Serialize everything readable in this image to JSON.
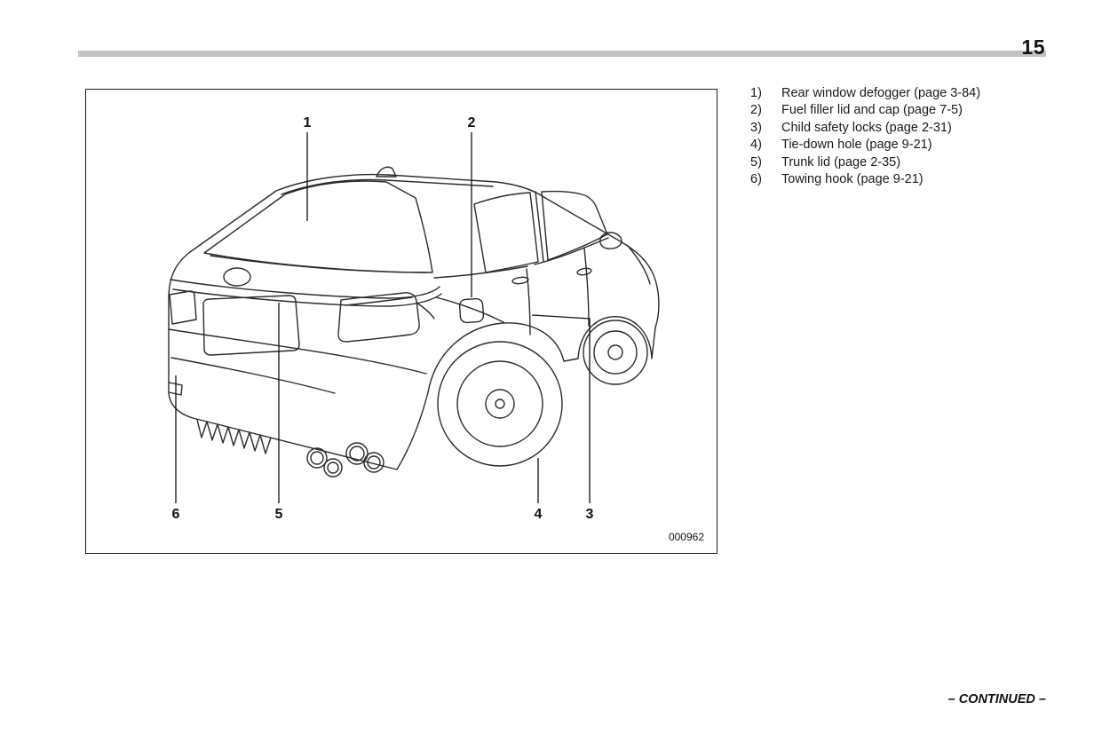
{
  "page": {
    "number": "15",
    "continued": "– CONTINUED –"
  },
  "figure": {
    "code": "000962",
    "callouts": [
      "1",
      "2",
      "3",
      "4",
      "5",
      "6"
    ]
  },
  "legend": {
    "items": [
      {
        "num": "1)",
        "text": "Rear window defogger (page 3-84)"
      },
      {
        "num": "2)",
        "text": "Fuel filler lid and cap (page 7-5)"
      },
      {
        "num": "3)",
        "text": "Child safety locks (page 2-31)"
      },
      {
        "num": "4)",
        "text": "Tie-down hole (page 9-21)"
      },
      {
        "num": "5)",
        "text": "Trunk lid (page 2-35)"
      },
      {
        "num": "6)",
        "text": "Towing hook (page 9-21)"
      }
    ]
  }
}
